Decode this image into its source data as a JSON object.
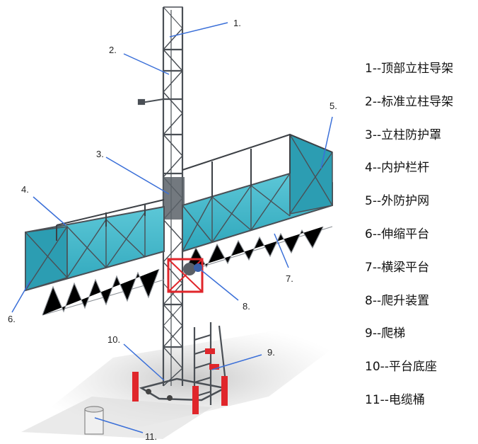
{
  "diagram": {
    "callouts": [
      {
        "id": 1,
        "text": "1."
      },
      {
        "id": 2,
        "text": "2."
      },
      {
        "id": 3,
        "text": "3."
      },
      {
        "id": 4,
        "text": "4."
      },
      {
        "id": 5,
        "text": "5."
      },
      {
        "id": 6,
        "text": "6."
      },
      {
        "id": 7,
        "text": "7."
      },
      {
        "id": 8,
        "text": "8."
      },
      {
        "id": 9,
        "text": "9."
      },
      {
        "id": 10,
        "text": "10."
      },
      {
        "id": 11,
        "text": "11."
      }
    ],
    "legend": [
      "1--顶部立柱导架",
      "2--标准立柱导架",
      "3--立柱防护罩",
      "4--内护栏杆",
      "5--外防护网",
      "6--伸缩平台",
      "7--横梁平台",
      "8--爬升装置",
      "9--爬梯",
      "10--平台底座",
      "11--电缆桶"
    ],
    "colors": {
      "mesh": "#3fb6c9",
      "frame": "#4a4f55",
      "climber": "#e0262b",
      "leader": "#3a6fd8"
    }
  }
}
